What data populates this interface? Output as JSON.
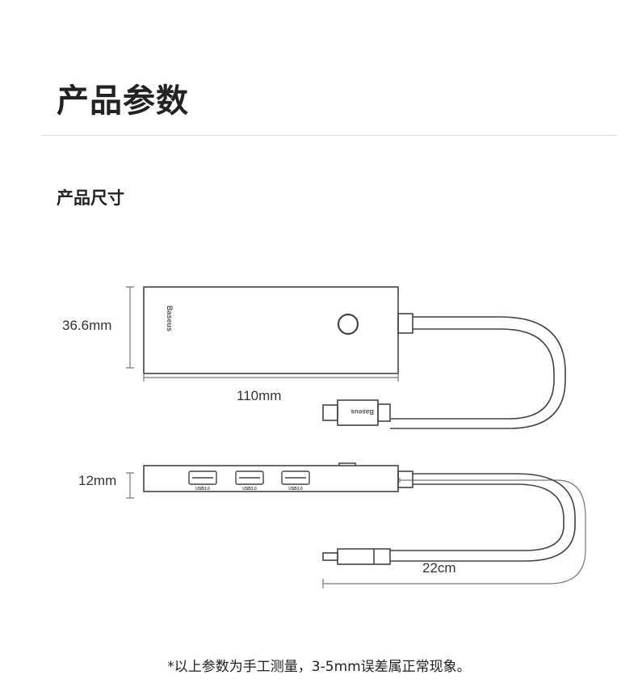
{
  "header": {
    "title": "产品参数"
  },
  "section": {
    "title": "产品尺寸"
  },
  "dimensions": {
    "height": "36.6mm",
    "length": "110mm",
    "thickness": "12mm",
    "cable": "22cm"
  },
  "product": {
    "brand": "Baseus",
    "port_label": "USB3.0"
  },
  "note": "*以上参数为手工测量，3-5mm误差属正常现象。"
}
